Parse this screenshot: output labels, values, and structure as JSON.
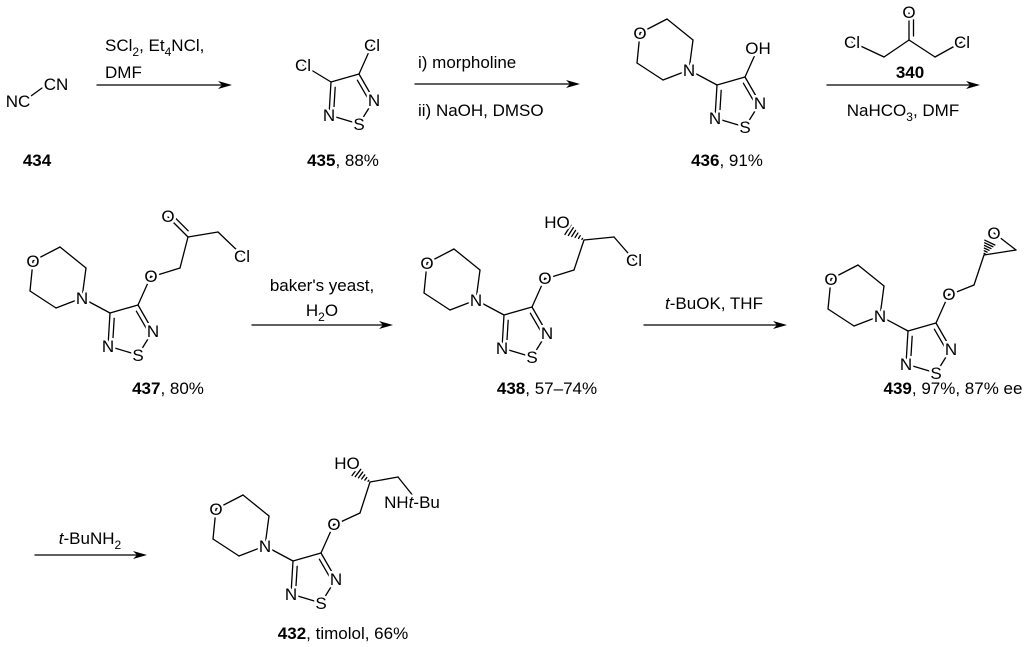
{
  "atoms": {
    "N": "N",
    "S": "S",
    "O": "O",
    "Cl": "Cl",
    "OH": "OH",
    "HO": "HO",
    "NC": "NC",
    "CN": "CN",
    "NHtBu": [
      [
        "NH",
        ""
      ],
      [
        "t",
        "i"
      ],
      [
        "-Bu",
        ""
      ]
    ]
  },
  "compounds": {
    "c434": [
      [
        "434",
        "b"
      ]
    ],
    "c435": [
      [
        "435",
        "b"
      ],
      [
        ", 88%",
        ""
      ]
    ],
    "c436": [
      [
        "436",
        "b"
      ],
      [
        ", 91%",
        ""
      ]
    ],
    "c340": [
      [
        "340",
        "b"
      ]
    ],
    "c437": [
      [
        "437",
        "b"
      ],
      [
        ", 80%",
        ""
      ]
    ],
    "c438": [
      [
        "438",
        "b"
      ],
      [
        ", 57–74%",
        ""
      ]
    ],
    "c439": [
      [
        "439",
        "b"
      ],
      [
        ", 97%, 87% ee",
        ""
      ]
    ],
    "c432": [
      [
        "432",
        "b"
      ],
      [
        ", timolol, 66%",
        ""
      ]
    ]
  },
  "reagents": {
    "step1": {
      "above": [
        [
          [
            "SCl",
            ""
          ],
          [
            "2",
            "sub"
          ],
          [
            ", Et",
            ""
          ],
          [
            "4",
            "sub"
          ],
          [
            "NCl,",
            ""
          ]
        ],
        [
          [
            "DMF",
            ""
          ]
        ]
      ]
    },
    "step2": {
      "above": [
        [
          [
            "i) morpholine",
            ""
          ]
        ]
      ],
      "below": [
        [
          [
            "ii) NaOH, DMSO",
            ""
          ]
        ]
      ]
    },
    "step3": {
      "below": [
        [
          [
            "NaHCO",
            ""
          ],
          [
            "3",
            "sub"
          ],
          [
            ", DMF",
            ""
          ]
        ]
      ]
    },
    "step4": {
      "above": [
        [
          [
            "baker's yeast,",
            ""
          ]
        ],
        [
          [
            "H",
            ""
          ],
          [
            "2",
            "sub"
          ],
          [
            "O",
            ""
          ]
        ]
      ]
    },
    "step5": {
      "above": [
        [
          [
            "t",
            "i"
          ],
          [
            "-BuOK, THF",
            ""
          ]
        ]
      ]
    },
    "step6": {
      "above": [
        [
          [
            "t",
            "i"
          ],
          [
            "-BuNH",
            ""
          ],
          [
            "2",
            "sub"
          ]
        ]
      ]
    }
  }
}
